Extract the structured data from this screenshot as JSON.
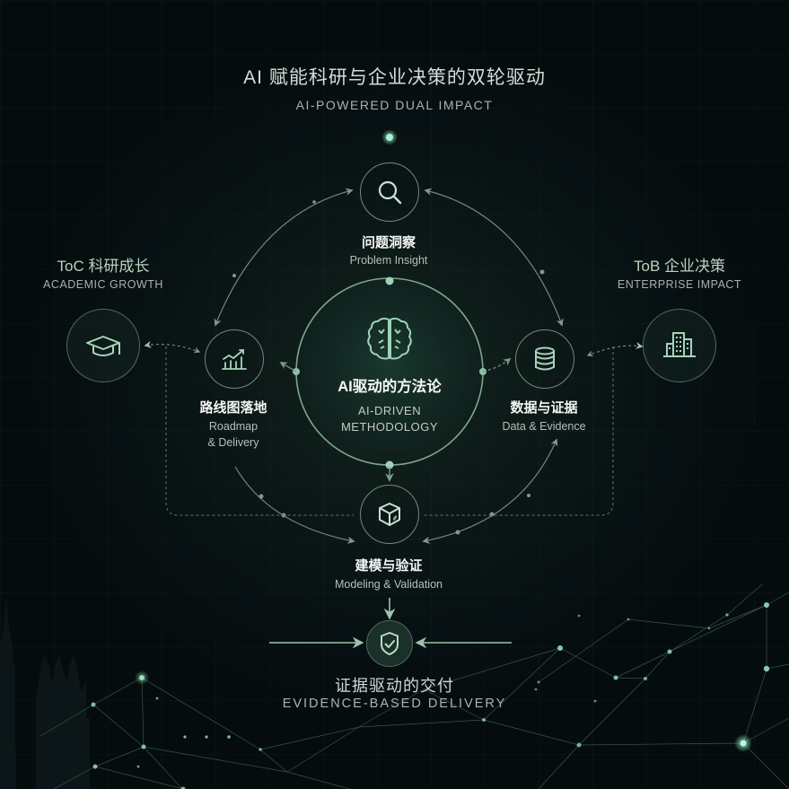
{
  "header": {
    "title": "AI 赋能科研与企业决策的双轮驱动",
    "subtitle": "AI-POWERED DUAL IMPACT"
  },
  "sides": {
    "left": {
      "title": "ToC 科研成长",
      "subtitle": "ACADEMIC GROWTH",
      "icon": "graduation-cap-icon"
    },
    "right": {
      "title": "ToB 企业决策",
      "subtitle": "ENTERPRISE IMPACT",
      "icon": "building-icon"
    }
  },
  "center": {
    "title": "AI驱动的方法论",
    "subtitle_line1": "AI-DRIVEN",
    "subtitle_line2": "METHODOLOGY",
    "icon": "brain-icon"
  },
  "nodes": {
    "top": {
      "title": "问题洞察",
      "subtitle": "Problem Insight",
      "icon": "search-icon"
    },
    "left": {
      "title": "路线图落地",
      "subtitle_line1": "Roadmap",
      "subtitle_line2": "& Delivery",
      "icon": "chart-growth-icon"
    },
    "right": {
      "title": "数据与证据",
      "subtitle": "Data & Evidence",
      "icon": "database-icon"
    },
    "bottom": {
      "title": "建模与验证",
      "subtitle": "Modeling & Validation",
      "icon": "cube-icon"
    }
  },
  "footer": {
    "title": "证据驱动的交付",
    "subtitle": "EVIDENCE-BASED DELIVERY",
    "icon": "shield-check-icon"
  },
  "colors": {
    "accent": "#8fc9a8",
    "line": "#6f8f80",
    "glow": "#a8f0cf",
    "background": "#071012"
  }
}
